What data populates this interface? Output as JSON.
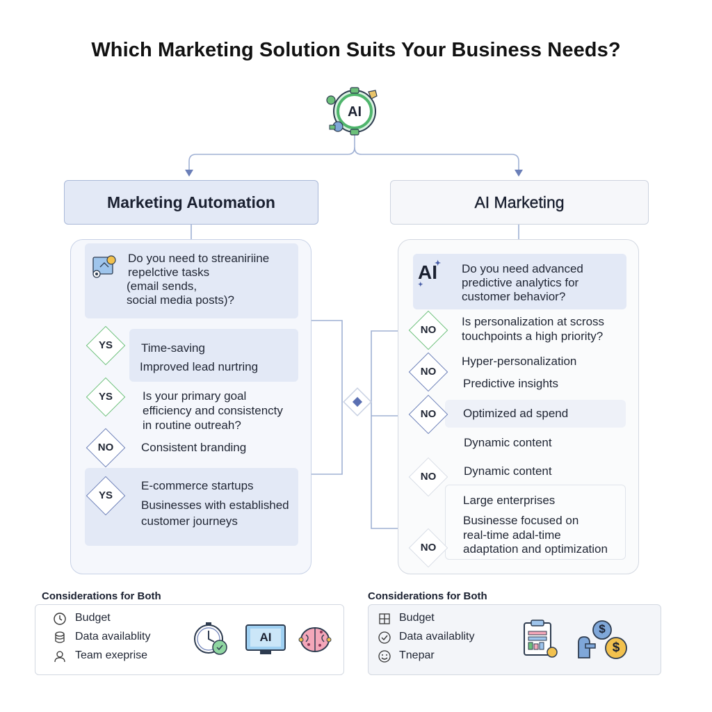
{
  "title": "Which Marketing Solution Suits Your Business Needs?",
  "top_icon": {
    "label": "AI",
    "icon": "ai-gear-icon"
  },
  "left": {
    "header": "Marketing Automation",
    "question1": [
      "Do you need to streaniriine",
      "repelctive tasks",
      "(email sends,",
      "social media posts)?"
    ],
    "yes1": "YS",
    "benefits": [
      "Time-saving",
      "Improved lead nurtring"
    ],
    "yes2": "YS",
    "question2": [
      "Is your primary goal",
      "efficiency and consistencty",
      "in routine outreah?"
    ],
    "no1": "NO",
    "branding": "Consistent branding",
    "yes3": "YS",
    "fits": [
      "E-commerce startups",
      "Businesses with established",
      "customer journeys"
    ]
  },
  "right": {
    "header": "AI Marketing",
    "ai_label": "AI",
    "question1": [
      "Do you need advanced",
      "predictive analytics for",
      "customer behavior?"
    ],
    "no1": "NO",
    "question2": [
      "Is personalization at scross",
      "touchpoints a high priority?"
    ],
    "no2": "NO",
    "benefit1": "Hyper-personalization",
    "benefit2": "Predictive insights",
    "no3": "NO",
    "benefit3": "Optimized ad spend",
    "benefit4": "Dynamic content",
    "no4": "NO",
    "benefit5": "Dynamic content",
    "no5": "NO",
    "fits": [
      "Large enterprises",
      "Businesse focused on",
      "real-time adal-time",
      "adaptation and optimization"
    ]
  },
  "considerations_left": {
    "title": "Considerations for Both",
    "items": [
      {
        "icon": "clock-icon",
        "label": "Budget"
      },
      {
        "icon": "database-icon",
        "label": "Data availablity"
      },
      {
        "icon": "team-icon",
        "label": "Team exeprise"
      }
    ],
    "monitor_label": "AI"
  },
  "considerations_right": {
    "title": "Considerations for Both",
    "items": [
      {
        "icon": "grid-icon",
        "label": "Budget"
      },
      {
        "icon": "check-circle-icon",
        "label": "Data availablity"
      },
      {
        "icon": "smile-icon",
        "label": "Tnepar"
      }
    ],
    "dollar_symbol": "$"
  },
  "colors": {
    "accent_blue": "#6b7fb8",
    "accent_green": "#6cc07a",
    "card_fill": "#e3e9f6",
    "wire": "#9fb0d4"
  }
}
